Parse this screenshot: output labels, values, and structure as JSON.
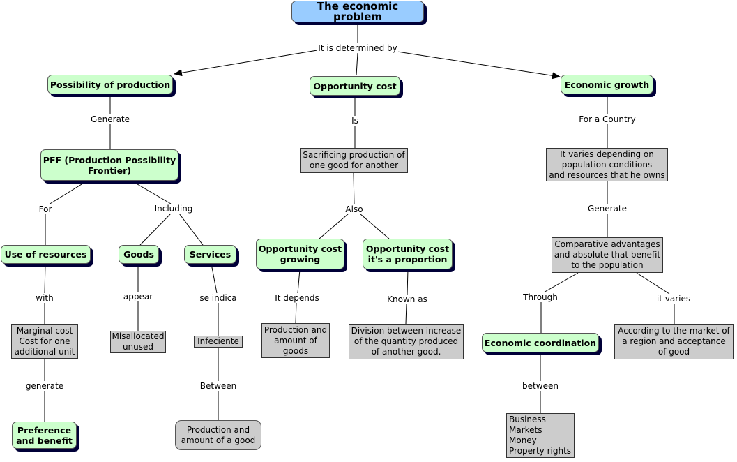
{
  "nodes": {
    "root": "The economic problem",
    "possibility": "Possibility of production",
    "opportunity": "Opportunity cost",
    "growth": "Economic growth",
    "pff": "PFF (Production Possibility\nFrontier)",
    "sacrificing": "Sacrificing production of\none good for another",
    "varies": "It varies depending on\npopulation conditions\nand resources that he owns",
    "use_resources": "Use of resources",
    "goods": "Goods",
    "services": "Services",
    "oc_growing": "Opportunity cost\ngrowing",
    "oc_proportion": "Opportunity cost\nit's a proportion",
    "comparative": "Comparative advantages\nand absolute that benefit\nto the population",
    "marginal": "Marginal cost\nCost for one\nadditional unit",
    "misallocated": "Misallocated\nunused",
    "infeciente": "Infeciente",
    "production_goods": "Production and\namount of\ngoods",
    "division": "Division between increase\nof the quantity produced\nof another good.",
    "coordination": "Economic coordination",
    "according": "According to the market of\na region and acceptance\nof good",
    "preference": "Preference\nand benefit",
    "production_good": "Production and\namount of a good",
    "business": "Business\nMarkets\nMoney\nProperty rights"
  },
  "labels": {
    "determined": "It is determined by",
    "generate1": "Generate",
    "is": "Is",
    "for_country": "For a Country",
    "for": "For",
    "including": "Including",
    "also": "Also",
    "generate2": "Generate",
    "with": "with",
    "appear": "appear",
    "se_indica": "se indica",
    "it_depends": "It depends",
    "known_as": "Known as",
    "through": "Through",
    "it_varies": "it varies",
    "generate3": "generate",
    "between1": "Between",
    "between2": "between"
  }
}
